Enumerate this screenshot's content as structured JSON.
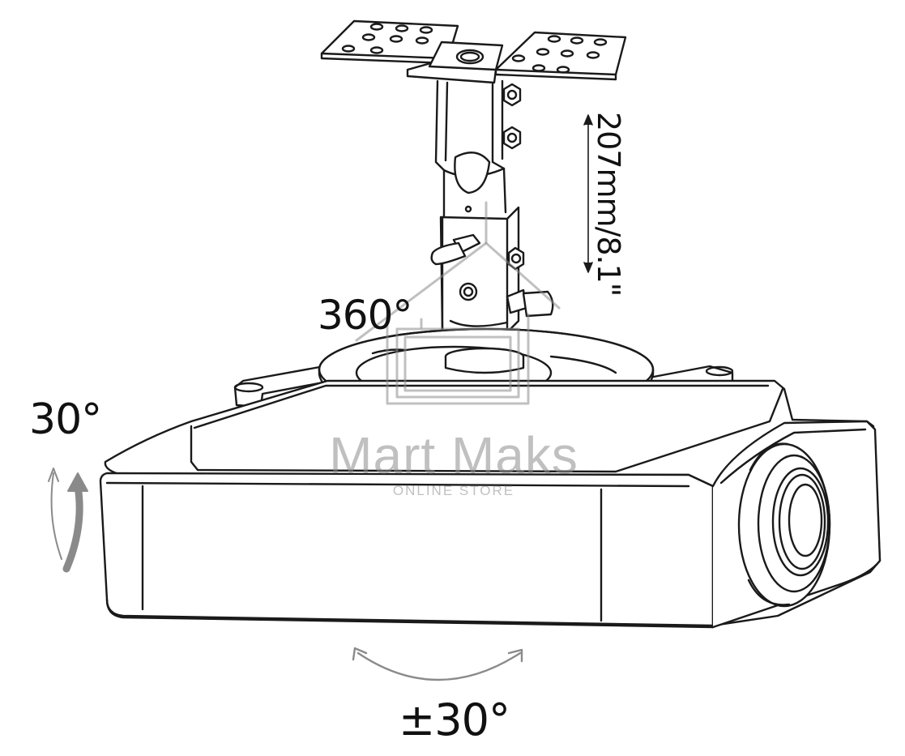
{
  "labels": {
    "pan_rotation": "360°",
    "tilt_angle": "30°",
    "swivel_angle": "±30°",
    "extension_height": "207mm/8.1\""
  },
  "watermark": {
    "name": "Mart Maks",
    "tagline": "ONLINE STORE"
  },
  "colors": {
    "line": "#1a1a1a",
    "arrow": "#8a8a8a",
    "watermark": "#8c8c8c"
  }
}
